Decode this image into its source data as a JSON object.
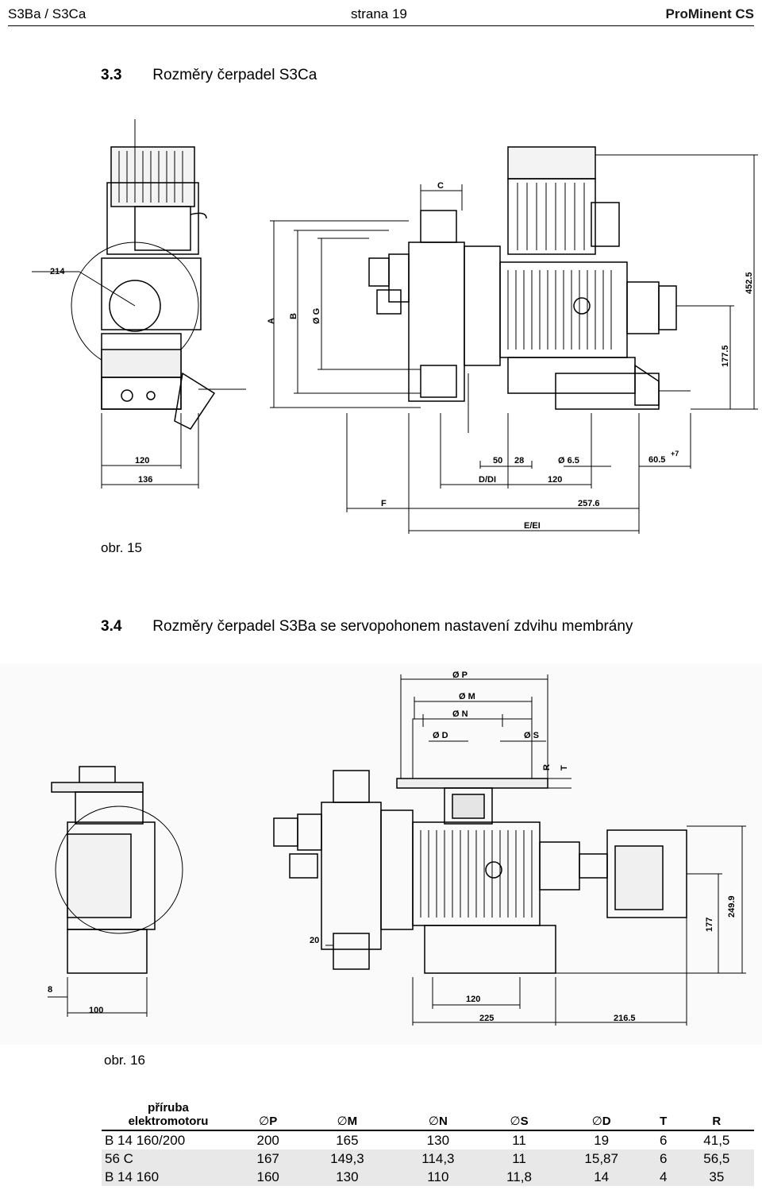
{
  "header": {
    "left": "S3Ba / S3Ca",
    "center": "strana 19",
    "right": "ProMinent CS"
  },
  "section1": {
    "number": "3.3",
    "title": "Rozměry čerpadel S3Ca"
  },
  "caption1": "obr. 15",
  "section2": {
    "number": "3.4",
    "title": "Rozměry čerpadel S3Ba se servopohonem nastavení zdvihu membrány"
  },
  "caption2": "obr. 16",
  "figure15": {
    "labels": {
      "d214": "214",
      "C": "C",
      "A": "A",
      "B": "B",
      "G": "Ø G",
      "d452": "452.5",
      "d177": "177.5",
      "w120": "120",
      "w136": "136",
      "w50": "50",
      "w28": "28",
      "d65": "Ø 6.5",
      "w605": "60.5",
      "tol": "+7",
      "DDI": "D/DI",
      "w120b": "120",
      "F": "F",
      "w2576": "257.6",
      "EEI": "E/EI"
    }
  },
  "figure16": {
    "labels": {
      "P": "Ø P",
      "M": "Ø M",
      "N": "Ø N",
      "D": "Ø D",
      "S": "Ø S",
      "R": "R",
      "T": "T",
      "d2499": "249.9",
      "d177": "177",
      "w20": "20",
      "w8": "8",
      "w100": "100",
      "w120": "120",
      "w225": "225",
      "w2165": "216.5"
    }
  },
  "table": {
    "headers": [
      "příruba elektromotoru",
      "P",
      "M",
      "N",
      "S",
      "D",
      "T",
      "R"
    ],
    "header_first_line1": "příruba",
    "header_first_line2": "elektromotoru",
    "diameter_symbol": "∅",
    "rows": [
      [
        "B 14 160/200",
        "200",
        "165",
        "130",
        "11",
        "19",
        "6",
        "41,5"
      ],
      [
        "56 C",
        "167",
        "149,3",
        "114,3",
        "11",
        "15,87",
        "6",
        "56,5"
      ],
      [
        "B 14 160",
        "160",
        "130",
        "110",
        "11,8",
        "14",
        "4",
        "35"
      ]
    ]
  }
}
